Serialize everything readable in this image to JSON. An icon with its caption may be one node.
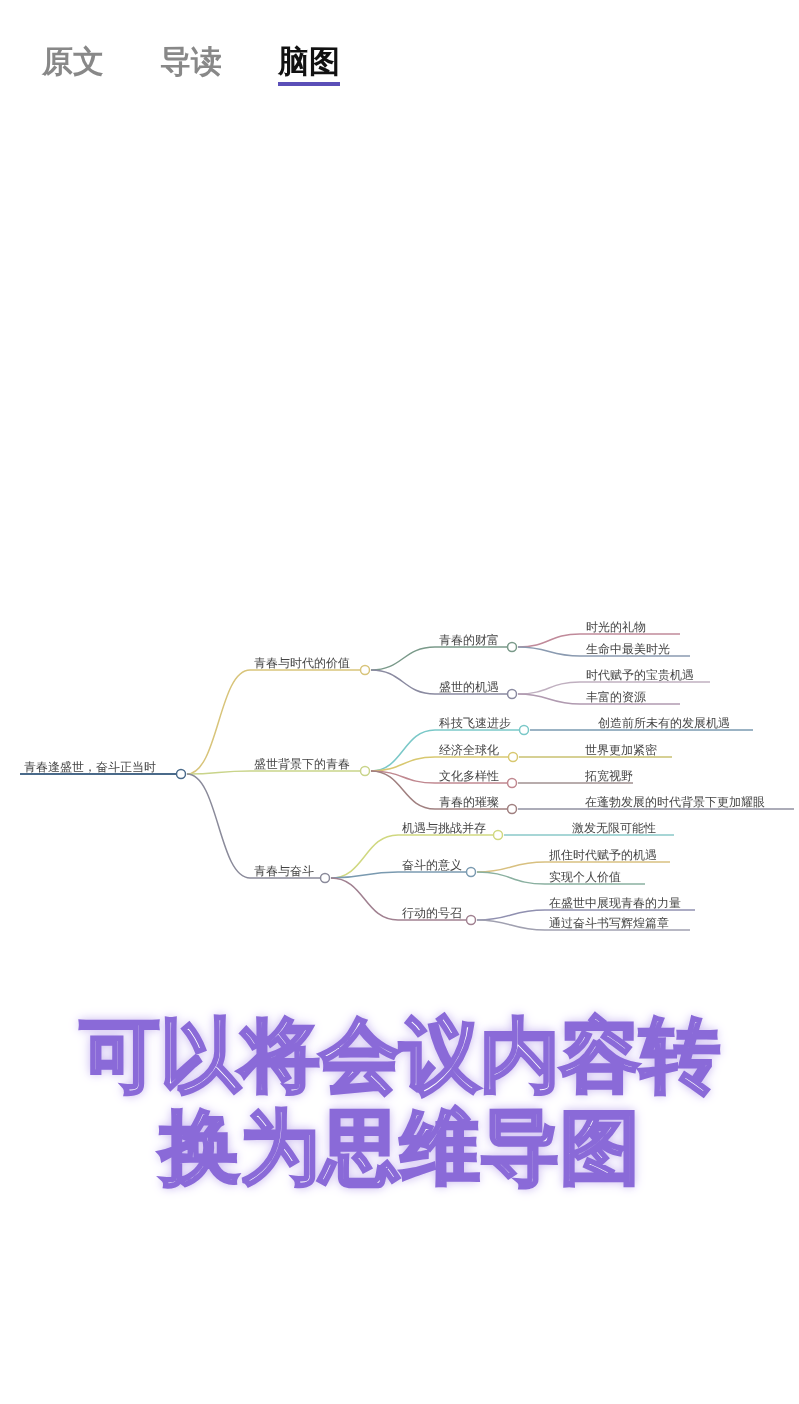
{
  "diagram": {
    "caption": "可以将会议内容转换为思维导图",
    "nodes": [
      {
        "text": [
          "青春逢盛世，奋斗正当时"
        ]
      },
      {
        "text": [
          "青春与时代的价值"
        ]
      },
      {
        "text": [
          "青春的财富"
        ]
      },
      {
        "text": [
          "时光的礼物"
        ]
      },
      {
        "text": [
          "生命中最美时光"
        ]
      },
      {
        "text": [
          "盛世的机遇"
        ]
      },
      {
        "text": [
          "时代赋予的宝贵机遇"
        ]
      },
      {
        "text": [
          "丰富的资源"
        ]
      },
      {
        "text": [
          "盛世背景下的青春"
        ]
      },
      {
        "text": [
          "科技飞速进步"
        ]
      },
      {
        "text": [
          "创造前所未有的发展机遇"
        ]
      },
      {
        "text": [
          "经济全球化"
        ]
      },
      {
        "text": [
          "世界更加紧密"
        ]
      },
      {
        "text": [
          "文化多样性"
        ]
      },
      {
        "text": [
          "拓宽视野"
        ]
      },
      {
        "text": [
          "青春的璀璨"
        ]
      },
      {
        "text": [
          "在蓬勃发展的时代背景下更加耀眼"
        ]
      },
      {
        "text": [
          "青春与奋斗"
        ]
      },
      {
        "text": [
          "机遇与挑战并存"
        ]
      },
      {
        "text": [
          "激发无限可能性"
        ]
      },
      {
        "text": [
          "奋斗的意义"
        ]
      },
      {
        "text": [
          "抓住时代赋予的机遇"
        ]
      },
      {
        "text": [
          "实现个人价值"
        ]
      },
      {
        "text": [
          "行动的号召"
        ]
      },
      {
        "text": [
          "在盛世中展现青春的力量"
        ]
      },
      {
        "text": [
          "通过奋斗书写辉煌篇章"
        ]
      }
    ],
    "edges": [
      {
        "from": 0,
        "to": 1,
        "arrow": "none",
        "color": "#d8c47a"
      },
      {
        "from": 1,
        "to": 2,
        "arrow": "none",
        "color": "#7a9a8a"
      },
      {
        "from": 2,
        "to": 3,
        "arrow": "none",
        "color": "#c08a9a"
      },
      {
        "from": 2,
        "to": 4,
        "arrow": "none",
        "color": "#8a9ab0"
      },
      {
        "from": 1,
        "to": 5,
        "arrow": "none",
        "color": "#8a8aa0"
      },
      {
        "from": 5,
        "to": 6,
        "arrow": "none",
        "color": "#c0b0c0"
      },
      {
        "from": 5,
        "to": 7,
        "arrow": "none",
        "color": "#b09ab0"
      },
      {
        "from": 0,
        "to": 8,
        "arrow": "none",
        "color": "#c9d48a"
      },
      {
        "from": 8,
        "to": 9,
        "arrow": "none",
        "color": "#7ac8c8"
      },
      {
        "from": 9,
        "to": 10,
        "arrow": "none",
        "color": "#7a9ab0"
      },
      {
        "from": 8,
        "to": 11,
        "arrow": "none",
        "color": "#d8c870"
      },
      {
        "from": 11,
        "to": 12,
        "arrow": "none",
        "color": "#c8c070"
      },
      {
        "from": 8,
        "to": 13,
        "arrow": "none",
        "color": "#c08890"
      },
      {
        "from": 13,
        "to": 14,
        "arrow": "none",
        "color": "#a09090"
      },
      {
        "from": 8,
        "to": 15,
        "arrow": "none",
        "color": "#a08080"
      },
      {
        "from": 15,
        "to": 16,
        "arrow": "none",
        "color": "#9090a0"
      },
      {
        "from": 0,
        "to": 17,
        "arrow": "none",
        "color": "#8a8a9a"
      },
      {
        "from": 17,
        "to": 18,
        "arrow": "none",
        "color": "#d0d880"
      },
      {
        "from": 18,
        "to": 19,
        "arrow": "none",
        "color": "#8ac8c8"
      },
      {
        "from": 17,
        "to": 20,
        "arrow": "none",
        "color": "#7a9ab0"
      },
      {
        "from": 20,
        "to": 21,
        "arrow": "none",
        "color": "#d8c080"
      },
      {
        "from": 20,
        "to": 22,
        "arrow": "none",
        "color": "#8ab0a0"
      },
      {
        "from": 17,
        "to": 23,
        "arrow": "none",
        "color": "#a08090"
      },
      {
        "from": 23,
        "to": 24,
        "arrow": "none",
        "color": "#9090b0"
      },
      {
        "from": 23,
        "to": 25,
        "arrow": "none",
        "color": "#a0a0b0"
      }
    ],
    "labels": [
      "原文",
      "导读",
      "脑图"
    ]
  }
}
